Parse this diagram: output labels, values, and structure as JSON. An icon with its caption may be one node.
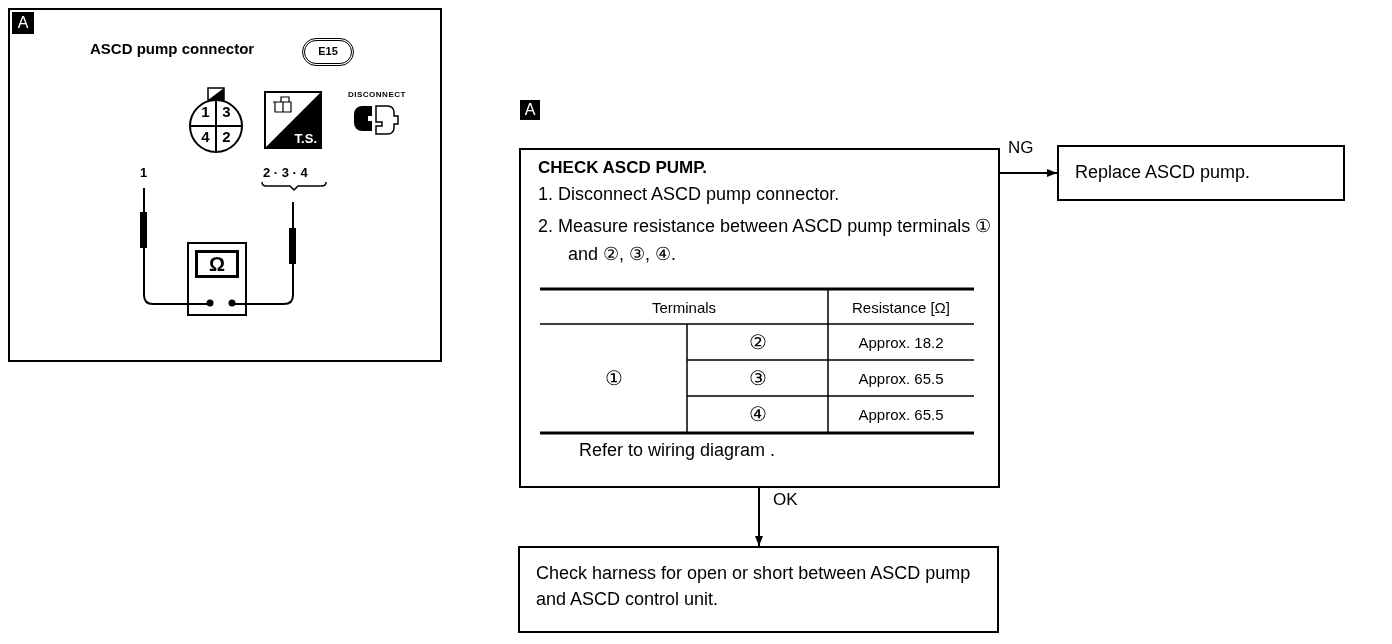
{
  "diagram": {
    "nodes": [
      {
        "text": [
          "ASCD pump connector"
        ]
      },
      {
        "text": [
          "A"
        ],
        "in": 0
      },
      {
        "text": [
          "E15"
        ],
        "in": 0
      },
      {
        "text": [
          "1",
          "3",
          "4",
          "2"
        ],
        "in": 0
      },
      {
        "text": [
          "T.S."
        ],
        "in": 0
      },
      {
        "text": [
          "DISCONNECT"
        ],
        "in": 0
      },
      {
        "text": [
          "Ω"
        ],
        "in": 0
      },
      {
        "text": [
          "A"
        ]
      },
      {
        "text": [
          "CHECK ASCD PUMP.",
          "1. Disconnect ASCD pump connector.",
          "2. Measure resistance between ASCD pump terminals ① and ②, ③, ④.",
          "Refer to wiring diagram ."
        ]
      },
      {
        "text": [
          "Replace ASCD pump."
        ]
      },
      {
        "text": [
          "Check harness for open or short between ASCD pump and ASCD control unit."
        ]
      }
    ],
    "edges": [
      {
        "from": 8,
        "to": 9,
        "arrow": "to",
        "label": "NG"
      },
      {
        "from": 8,
        "to": 10,
        "arrow": "to",
        "label": "OK"
      }
    ],
    "labels": [
      "1",
      "2 · 3 · 4",
      "Terminals",
      "Resistance [Ω]",
      "①",
      "②",
      "Approx. 18.2",
      "③",
      "Approx. 65.5",
      "④",
      "Approx. 65.5"
    ]
  }
}
